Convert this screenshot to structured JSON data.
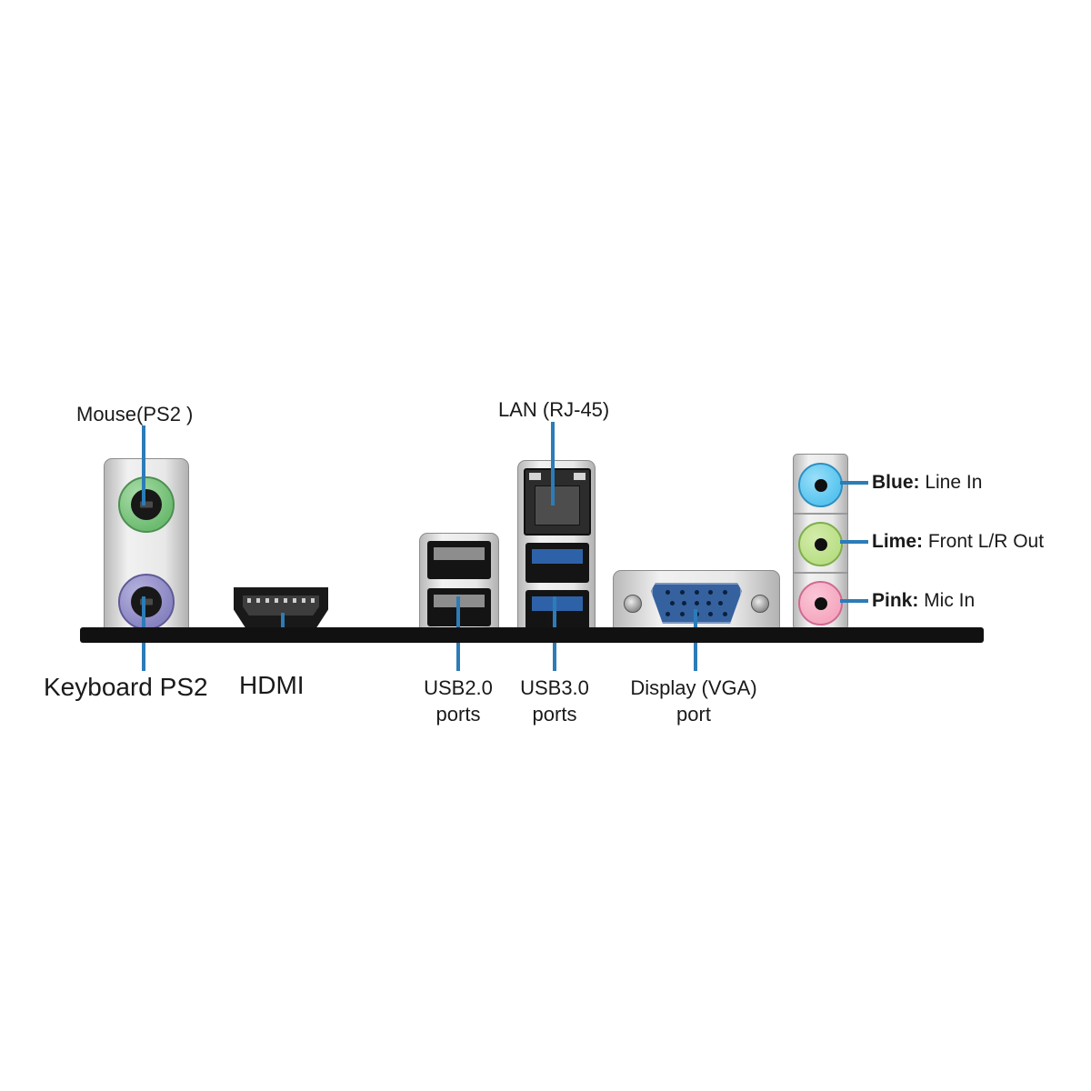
{
  "diagram": {
    "type": "motherboard-rear-io-panel",
    "labels": {
      "mouse": "Mouse(PS2 )",
      "lan": "LAN (RJ-45)",
      "keyboard": "Keyboard PS2",
      "hdmi": "HDMI",
      "usb2": {
        "line1": "USB2.0",
        "line2": "ports"
      },
      "usb3": {
        "line1": "USB3.0",
        "line2": "ports"
      },
      "vga": {
        "line1": "Display (VGA)",
        "line2": "port"
      },
      "audio": [
        {
          "prefix": "Blue:",
          "text": " Line In"
        },
        {
          "prefix": "Lime:",
          "text": " Front L/R Out"
        },
        {
          "prefix": "Pink:",
          "text": " Mic In"
        }
      ]
    },
    "colors": {
      "leader_line": "#2c7cb8",
      "panel_bar": "#111111",
      "ps2_mouse_green": "#6cbb6f",
      "ps2_keyboard_purple": "#8783c0",
      "usb3_tongue_blue": "#2e62a8",
      "vga_face_blue": "#35629f",
      "jack_blue": "#58c4ef",
      "jack_lime": "#b9df85",
      "jack_pink": "#f5a8c0",
      "block_gray": "#e8e8e8"
    }
  }
}
